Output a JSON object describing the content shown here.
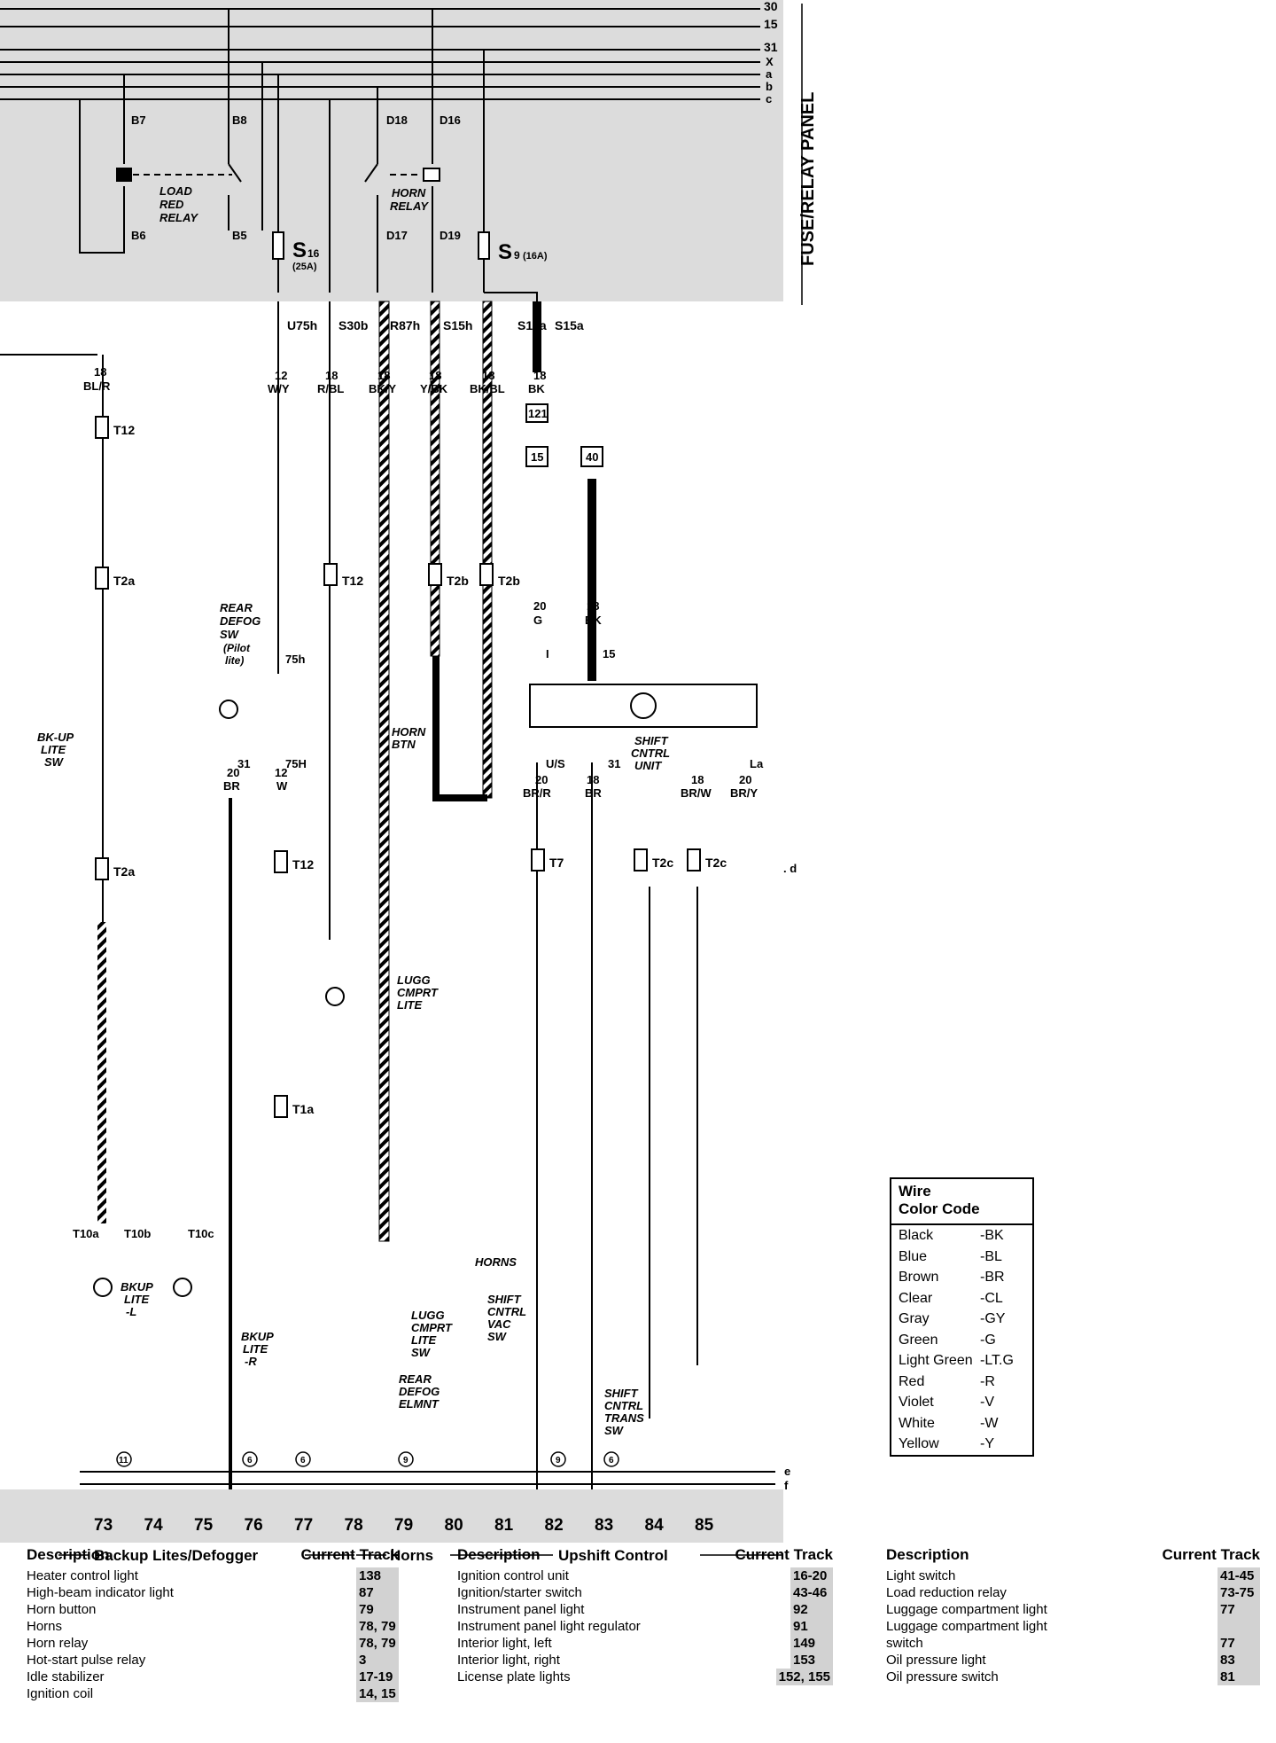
{
  "panel": {
    "title": "FUSE/RELAY PANEL",
    "bus_labels": [
      "30",
      "15",
      "31",
      "X",
      "a",
      "b",
      "c"
    ],
    "relays": [
      {
        "name": "LOAD RED RELAY",
        "lines": [
          "LOAD",
          "RED",
          "RELAY"
        ],
        "terminals": [
          "B7",
          "B8",
          "B6",
          "B5"
        ]
      },
      {
        "name": "HORN RELAY",
        "lines": [
          "HORN",
          "RELAY"
        ],
        "terminals": [
          "D18",
          "D16",
          "D17",
          "D19"
        ]
      }
    ],
    "fuses": [
      {
        "label": "S",
        "sub": "16",
        "rating": "(25A)"
      },
      {
        "label": "S",
        "sub": "9",
        "rating": "(16A)"
      }
    ],
    "outputs": [
      "U75h",
      "S30b",
      "R87h",
      "S15h",
      "S15a",
      "S15a"
    ]
  },
  "wires": [
    {
      "gauge": "18",
      "color": "BL/R"
    },
    {
      "gauge": "12",
      "color": "W/Y"
    },
    {
      "gauge": "18",
      "color": "R/BL"
    },
    {
      "gauge": "18",
      "color": "BK/Y"
    },
    {
      "gauge": "18",
      "color": "Y/BK"
    },
    {
      "gauge": "18",
      "color": "BK/BL"
    },
    {
      "gauge": "18",
      "color": "BK"
    },
    {
      "gauge": "20",
      "color": "G"
    },
    {
      "gauge": "18",
      "color": "BK"
    },
    {
      "gauge": "20",
      "color": "BR"
    },
    {
      "gauge": "12",
      "color": "W"
    },
    {
      "gauge": "20",
      "color": "BR/R"
    },
    {
      "gauge": "18",
      "color": "BR"
    },
    {
      "gauge": "18",
      "color": "BR/W"
    },
    {
      "gauge": "20",
      "color": "BR/Y"
    }
  ],
  "connectors": [
    "T12",
    "T2a",
    "T2b",
    "T7",
    "T2c",
    "T1a",
    "T10a",
    "T10b",
    "T10c"
  ],
  "refs": [
    "121",
    "15",
    "40"
  ],
  "components": [
    {
      "name": "REAR DEFOG SW",
      "lines": [
        "REAR",
        "DEFOG",
        "SW",
        "(Pilot",
        "lite)"
      ]
    },
    {
      "name": "BK-UP LITE SW",
      "lines": [
        "BK-UP",
        "LITE",
        "SW"
      ]
    },
    {
      "name": "HORN BTN",
      "lines": [
        "HORN",
        "BTN"
      ]
    },
    {
      "name": "SHIFT CNTRL UNIT",
      "lines": [
        "SHIFT",
        "CNTRL",
        "UNIT"
      ]
    },
    {
      "name": "LUGG CMPRT LITE",
      "lines": [
        "LUGG",
        "CMPRT",
        "LITE"
      ]
    },
    {
      "name": "BKUP LITE -L",
      "lines": [
        "BKUP",
        "LITE",
        "-L"
      ]
    },
    {
      "name": "BKUP LITE -R",
      "lines": [
        "BKUP",
        "LITE",
        "-R"
      ]
    },
    {
      "name": "HORNS",
      "lines": [
        "HORNS"
      ]
    },
    {
      "name": "LUGG CMPRT LITE SW",
      "lines": [
        "LUGG",
        "CMPRT",
        "LITE",
        "SW"
      ]
    },
    {
      "name": "REAR DEFOG ELMNT",
      "lines": [
        "REAR",
        "DEFOG",
        "ELMNT"
      ]
    },
    {
      "name": "SHIFT CNTRL VAC SW",
      "lines": [
        "SHIFT",
        "CNTRL",
        "VAC",
        "SW"
      ]
    },
    {
      "name": "SHIFT CNTRL TRANS SW",
      "lines": [
        "SHIFT",
        "CNTRL",
        "TRANS",
        "SW"
      ]
    }
  ],
  "pins": [
    "75h",
    "75H",
    "31",
    "I",
    "15",
    "U/S",
    "31",
    "La",
    ". d"
  ],
  "ground_bus": [
    "e",
    "f"
  ],
  "ground_marks": [
    "11",
    "6",
    "6",
    "9",
    "9",
    "6"
  ],
  "tracks": [
    "73",
    "74",
    "75",
    "76",
    "77",
    "78",
    "79",
    "80",
    "81",
    "82",
    "83",
    "84",
    "85"
  ],
  "groups": [
    "Backup Lites/Defogger",
    "Horns",
    "Upshift Control"
  ],
  "legend": {
    "title_line1": "Wire",
    "title_line2": "Color Code",
    "rows": [
      {
        "name": "Black",
        "code": "-BK"
      },
      {
        "name": "Blue",
        "code": "-BL"
      },
      {
        "name": "Brown",
        "code": "-BR"
      },
      {
        "name": "Clear",
        "code": "-CL"
      },
      {
        "name": "Gray",
        "code": "-GY"
      },
      {
        "name": "Green",
        "code": "-G"
      },
      {
        "name": "Light Green",
        "code": "-LT.G"
      },
      {
        "name": "Red",
        "code": "-R"
      },
      {
        "name": "Violet",
        "code": "-V"
      },
      {
        "name": "White",
        "code": "-W"
      },
      {
        "name": "Yellow",
        "code": "-Y"
      }
    ]
  },
  "table": {
    "header_desc": "Description",
    "header_track": "Current Track",
    "columns": [
      [
        {
          "d": "Heater control light",
          "t": "138"
        },
        {
          "d": "High-beam indicator light",
          "t": "87"
        },
        {
          "d": "Horn button",
          "t": "79"
        },
        {
          "d": "Horns",
          "t": "78, 79"
        },
        {
          "d": "Horn relay",
          "t": "78, 79"
        },
        {
          "d": "Hot-start pulse relay",
          "t": "3"
        },
        {
          "d": "Idle stabilizer",
          "t": "17-19"
        },
        {
          "d": "Ignition coil",
          "t": "14, 15"
        }
      ],
      [
        {
          "d": "Ignition control unit",
          "t": "16-20"
        },
        {
          "d": "Ignition/starter switch",
          "t": "43-46"
        },
        {
          "d": "Instrument panel light",
          "t": "92"
        },
        {
          "d": "Instrument panel light regulator",
          "t": "91"
        },
        {
          "d": "Interior light, left",
          "t": "149"
        },
        {
          "d": "Interior light, right",
          "t": "153"
        },
        {
          "d": "License plate lights",
          "t": "152, 155"
        }
      ],
      [
        {
          "d": "Light switch",
          "t": "41-45"
        },
        {
          "d": "Load reduction relay",
          "t": "73-75"
        },
        {
          "d": "Luggage compartment light",
          "t": "77"
        },
        {
          "d": "Luggage compartment light",
          "t": ""
        },
        {
          "d": "   switch",
          "t": "77"
        },
        {
          "d": "Oil pressure light",
          "t": "83"
        },
        {
          "d": "Oil pressure switch",
          "t": "81"
        }
      ]
    ]
  }
}
